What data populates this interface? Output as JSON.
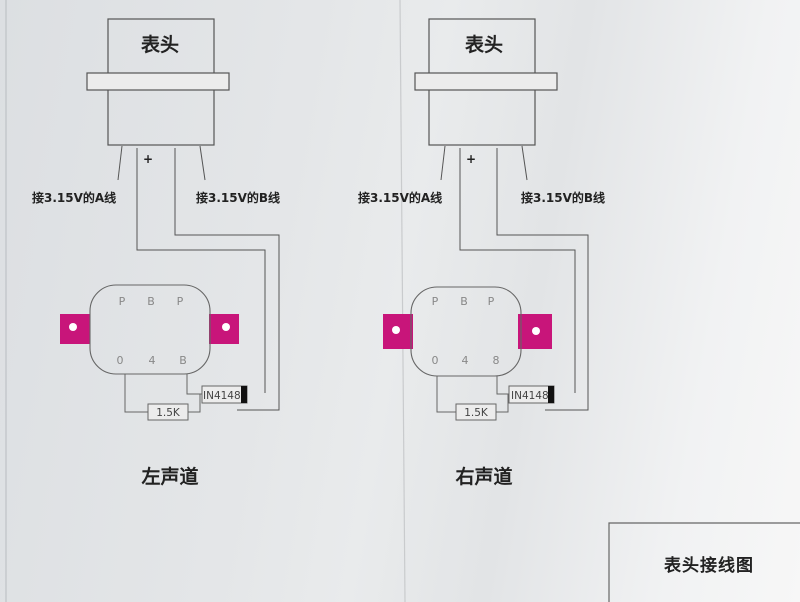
{
  "meter_label": "表头",
  "wire_a_label": "接3.15V的A线",
  "wire_b_label": "接3.15V的B线",
  "plus_sign": "+",
  "pins_top": [
    "P",
    "B",
    "P"
  ],
  "pins_bottom_left": [
    "0",
    "4",
    "B"
  ],
  "pins_bottom_right": [
    "0",
    "4",
    "8"
  ],
  "diode_label": "IN4148",
  "resistor_label": "1.5K",
  "left_channel": "左声道",
  "right_channel": "右声道",
  "diagram_title": "表头接线图",
  "colors": {
    "bracket": "#c8157a",
    "line": "#555555",
    "text": "#222222"
  }
}
